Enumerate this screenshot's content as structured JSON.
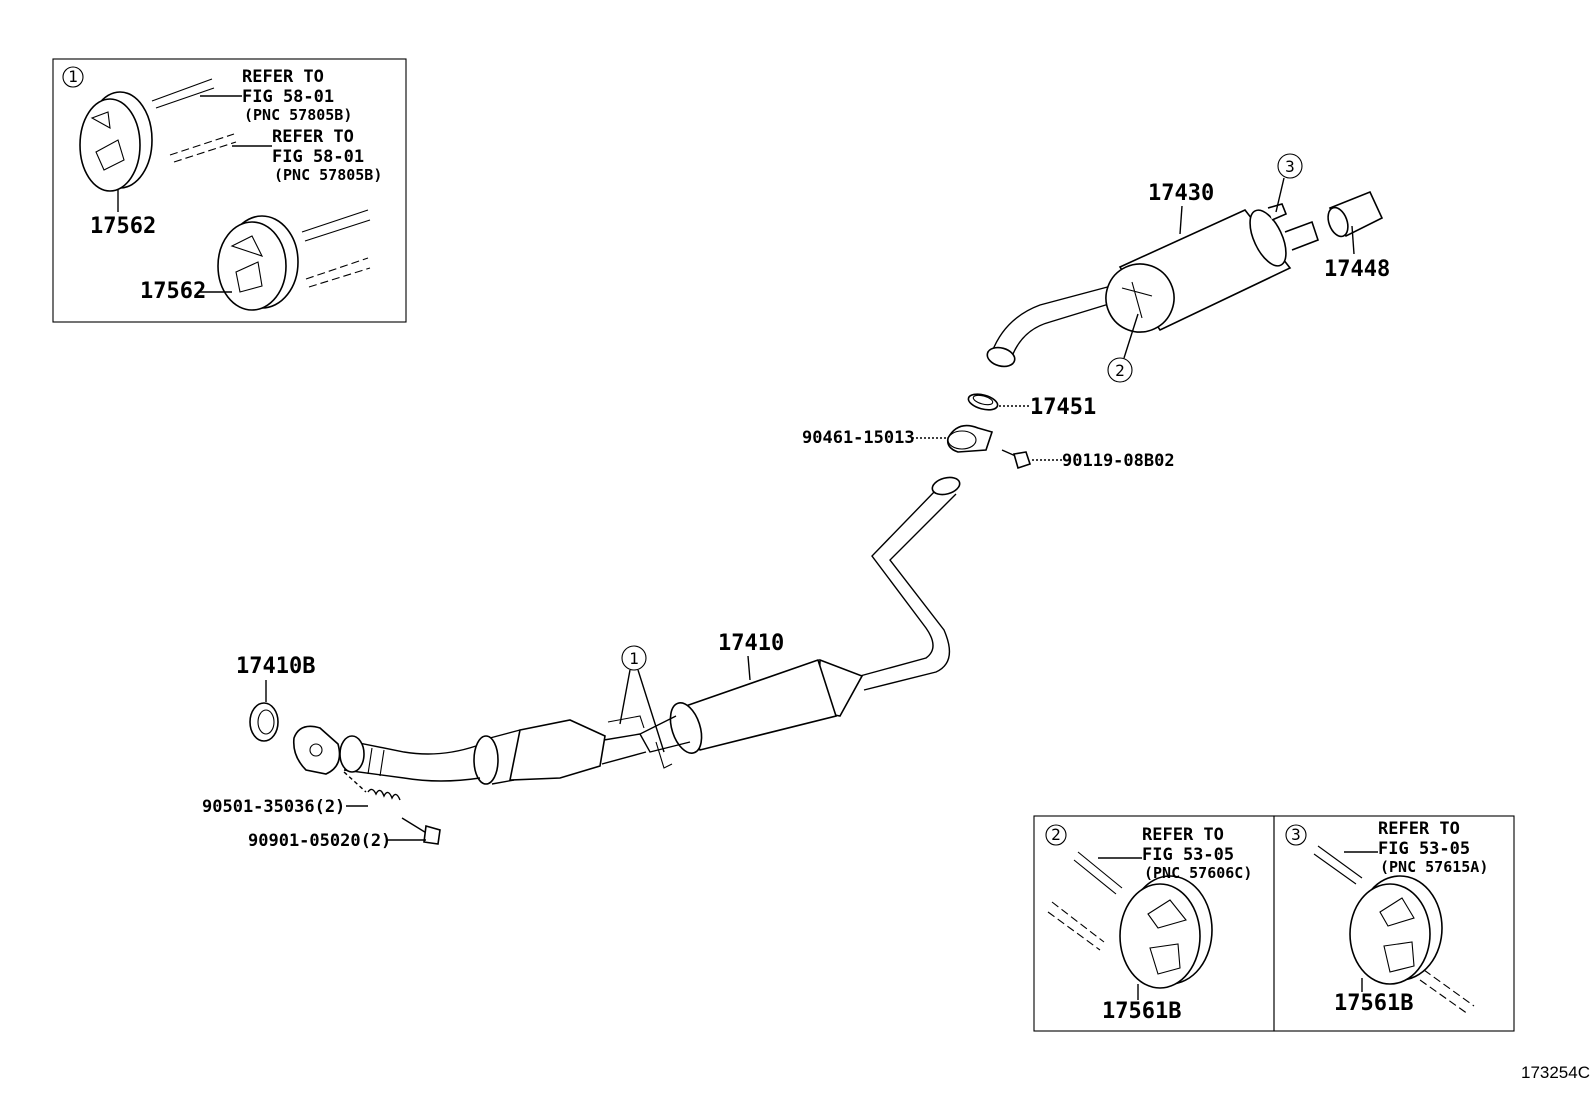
{
  "figure_id": "173254C",
  "callout_numbers": [
    "1",
    "2",
    "3"
  ],
  "part_numbers": {
    "muffler_assy": "17430",
    "tail_pipe_tip": "17448",
    "gasket_17451": "17451",
    "clamp": "90461-15013",
    "bolt_90119": "90119-08B02",
    "front_pipe_assy": "17410",
    "gasket_17410b": "17410B",
    "spring": "90501-35036(2)",
    "bolt_90901": "90901-05020(2)",
    "hanger_17562": "17562",
    "hanger_17561b": "17561B"
  },
  "inset_1": {
    "callout": "1",
    "ref_a": {
      "line1": "REFER TO",
      "line2": "FIG 58-01",
      "line3": "(PNC 57805B)"
    },
    "ref_b": {
      "line1": "REFER TO",
      "line2": "FIG 58-01",
      "line3": "(PNC 57805B)"
    },
    "part_a": "17562",
    "part_b": "17562"
  },
  "inset_2": {
    "callout": "2",
    "ref": {
      "line1": "REFER TO",
      "line2": "FIG 53-05",
      "line3": "(PNC 57606C)"
    },
    "part": "17561B"
  },
  "inset_3": {
    "callout": "3",
    "ref": {
      "line1": "REFER TO",
      "line2": "FIG 53-05",
      "line3": "(PNC 57615A)"
    },
    "part": "17561B"
  }
}
